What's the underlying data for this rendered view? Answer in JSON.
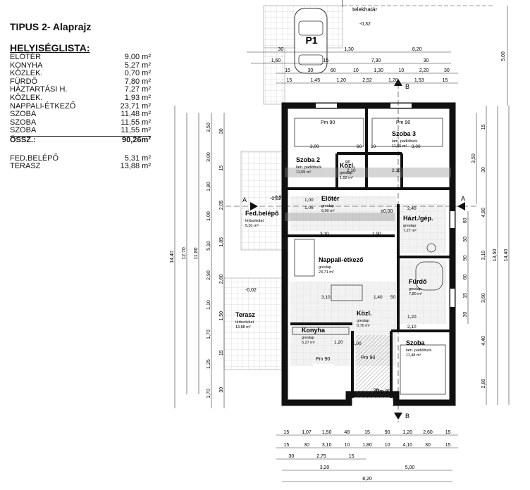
{
  "title": "TIPUS 2- Alaprajz",
  "room_list_heading": "HELYISÉGLISTA:",
  "rooms": [
    {
      "name": "ELŐTÉR",
      "area": "9,00 m²"
    },
    {
      "name": "KONYHA",
      "area": "5,27 m²"
    },
    {
      "name": "KÖZLEK.",
      "area": "0,70 m²"
    },
    {
      "name": "FÜRDŐ",
      "area": "7,80 m²"
    },
    {
      "name": "HÁZTARTÁSI H.",
      "area": "7,27 m²"
    },
    {
      "name": "KÖZLEK.",
      "area": "1,93 m²"
    },
    {
      "name": "NAPPALI-ÉTKEZŐ",
      "area": "23,71 m²"
    },
    {
      "name": "SZOBA",
      "area": "11,48 m²"
    },
    {
      "name": "SZOBA",
      "area": "11,55 m²"
    },
    {
      "name": "SZOBA",
      "area": "11,55 m²"
    }
  ],
  "total": {
    "name": "ÖSSZ.:",
    "area": "90,26m²"
  },
  "extra": [
    {
      "name": "FED.BELÉPŐ",
      "area": "5,31 m²"
    },
    {
      "name": "TERASZ",
      "area": "13,88 m²"
    }
  ],
  "plan": {
    "parking_label": "P1",
    "boundary_label": "telekhatár",
    "level_outside": "-0,32",
    "level_terrace": "-0,02",
    "level_entry": "-0,02",
    "level_floor": "±0,00",
    "section_a": "A",
    "section_b": "B",
    "room_labels": [
      {
        "id": "szoba2",
        "name": "Szoba 2",
        "finish": "lam. padlóburk.",
        "area": "11,55 m²"
      },
      {
        "id": "kozl1",
        "name": "Közl.",
        "finish": "greslap",
        "area": "1,93 m²"
      },
      {
        "id": "szoba3",
        "name": "Szoba 3",
        "finish": "lam. padlóburk.",
        "area": "11,55 m²"
      },
      {
        "id": "eloter",
        "name": "Előtér",
        "finish": "greslap",
        "area": "9,00 m²"
      },
      {
        "id": "fedbelepo",
        "name": "Fed.belépő",
        "finish": "térburkolat",
        "area": "5,31 m²"
      },
      {
        "id": "haztgep",
        "name": "Házt./gép.",
        "finish": "greslap",
        "area": "7,27 m²"
      },
      {
        "id": "nappali",
        "name": "Nappali-étkező",
        "finish": "greslap",
        "area": "23,71 m²"
      },
      {
        "id": "furdo",
        "name": "Fürdő",
        "finish": "greslap",
        "area": "7,80 m²"
      },
      {
        "id": "terasz",
        "name": "Terasz",
        "finish": "térburkolat",
        "area": "13,88 m²"
      },
      {
        "id": "kozl2",
        "name": "Közl.",
        "finish": "greslap",
        "area": "0,70 m²"
      },
      {
        "id": "konyha",
        "name": "Konyha",
        "finish": "greslap",
        "area": "5,27 m²"
      },
      {
        "id": "szoba",
        "name": "Szoba",
        "finish": "lam. padlóburk.",
        "area": "11,48 m²"
      }
    ],
    "window_tags": [
      "Pm 90",
      "Pm 90",
      "Pm 90",
      "Pm 90",
      "Pm 90"
    ],
    "top_dims": {
      "row1": [
        "30",
        "1,30",
        "8,20"
      ],
      "row2": [
        "1,60",
        "15",
        "7,30",
        "30"
      ],
      "row3": [
        "15",
        "30",
        "60",
        "10",
        "1,30",
        "10",
        "2,20",
        "30"
      ],
      "row4": [
        "15",
        "1,45",
        "1,20",
        "2,52",
        "1,20",
        "1,53",
        "15"
      ],
      "right_top": "5,00"
    },
    "bottom_dims": {
      "row1": [
        "15",
        "1,07",
        "1,50",
        "48",
        "15",
        "90",
        "1,20",
        "2,60",
        "15"
      ],
      "row2": [
        "15",
        "30",
        "3,10",
        "10",
        "1,80",
        "10",
        "4,10",
        "30",
        "15"
      ],
      "row3": [
        "30",
        "2,75",
        "15"
      ],
      "row4": [
        "3,20",
        "5,00"
      ],
      "row5": [
        "8,20"
      ]
    },
    "left_dims": [
      "14,40",
      "12,70",
      "11,80",
      "3,50",
      "3,00",
      "1,80",
      "1,00",
      "5,10",
      "2,90",
      "1,10",
      "1,70",
      "1,25",
      "1,70",
      "30",
      "15",
      "2,05",
      "1,85",
      "2,60",
      "1,50",
      "15",
      "30"
    ],
    "right_dims": [
      "15",
      "30",
      "4,80",
      "3,50",
      "13,50",
      "14,40",
      "3,10",
      "3,60",
      "4,40",
      "2,80",
      "60",
      "30",
      "90",
      "60",
      "15",
      "30"
    ],
    "inner_dims": [
      "3,00",
      "3,00",
      "60",
      "10",
      "90",
      "2,10",
      "2,10",
      "1,00",
      "1,05",
      "3,10",
      "1,90",
      "3,10",
      "1,40",
      "50",
      "1,00",
      "2,10",
      "1,20",
      "90",
      "-0,92",
      "2,40",
      "1,20"
    ]
  }
}
